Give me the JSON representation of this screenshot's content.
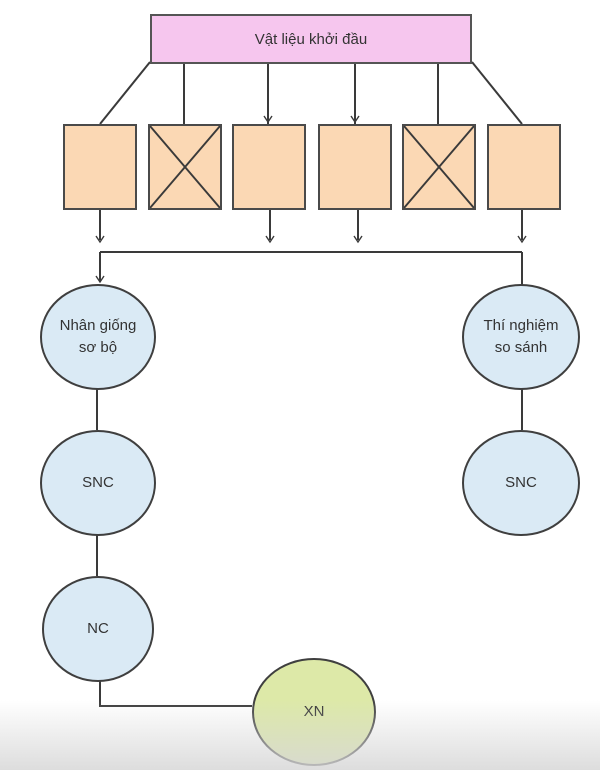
{
  "diagram": {
    "start_material": "Vật liệu khởi đầu",
    "candidates": [
      {
        "id": "c1",
        "rejected": false
      },
      {
        "id": "c2",
        "rejected": true
      },
      {
        "id": "c3",
        "rejected": false
      },
      {
        "id": "c4",
        "rejected": false
      },
      {
        "id": "c5",
        "rejected": true
      },
      {
        "id": "c6",
        "rejected": false
      }
    ],
    "nodes": {
      "left_stage1": "Nhân giống\nsơ bộ",
      "left_stage2": "SNC",
      "left_stage3": "NC",
      "final": "XN",
      "right_stage1": "Thí nghiệm\nso sánh",
      "right_stage2": "SNC"
    },
    "colors": {
      "start_fill": "#f6c6ee",
      "candidate_fill": "#fbd8b4",
      "stage_fill": "#daeaf5",
      "final_fill": "#dde9a8",
      "line": "#3a3a3a"
    }
  }
}
